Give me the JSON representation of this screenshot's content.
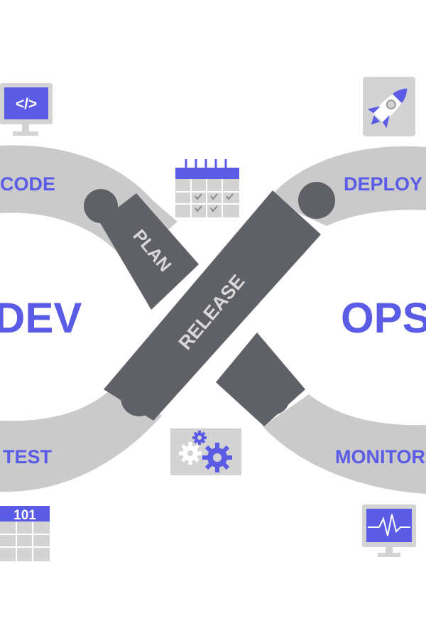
{
  "colors": {
    "accent": "#5b5ce6",
    "light_band": "#cacaca",
    "dark_band": "#5f6166",
    "icon_frame": "#d3d3d3",
    "icon_line": "#9a9a9a",
    "check": "#8a8a8a",
    "white": "#ffffff"
  },
  "loop": {
    "left_label": "DEV",
    "right_label": "OPS"
  },
  "stages": {
    "code": "CODE",
    "plan": "PLAN",
    "release": "RELEASE",
    "deploy": "DEPLOY",
    "monitor": "MONITOR",
    "test": "TEST"
  },
  "icons": {
    "code_monitor": {
      "name": "code-monitor-icon",
      "text": "</>"
    },
    "calendar": {
      "name": "calendar-icon"
    },
    "rocket": {
      "name": "rocket-icon"
    },
    "gears": {
      "name": "gears-icon"
    },
    "binary_table": {
      "name": "binary-table-icon",
      "text": "101"
    },
    "pulse_monitor": {
      "name": "pulse-monitor-icon"
    }
  }
}
